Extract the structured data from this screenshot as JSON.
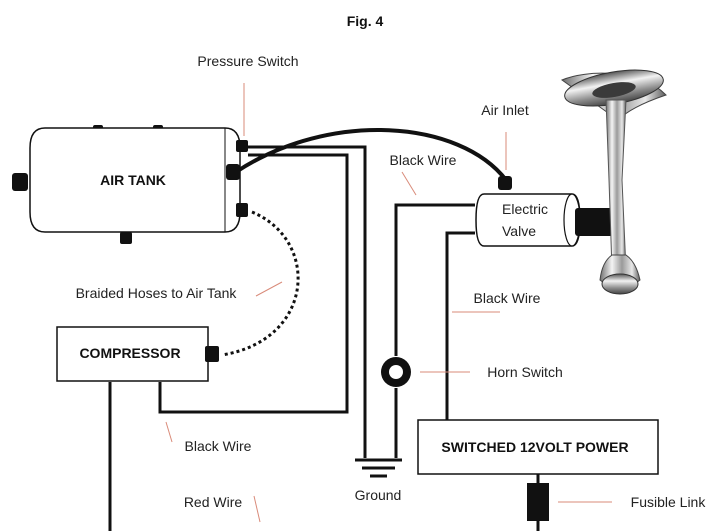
{
  "figure": {
    "title": "Fig. 4"
  },
  "components": {
    "air_tank": "AIR TANK",
    "compressor": "COMPRESSOR",
    "electric_valve_line1": "Electric",
    "electric_valve_line2": "Valve",
    "power": "SWITCHED 12VOLT POWER"
  },
  "labels": {
    "pressure_switch": "Pressure Switch",
    "air_inlet": "Air Inlet",
    "black_wire_top": "Black Wire",
    "braided_hoses": "Braided Hoses to Air Tank",
    "black_wire_right": "Black Wire",
    "horn_switch": "Horn Switch",
    "black_wire_bottom": "Black Wire",
    "ground": "Ground",
    "red_wire": "Red Wire",
    "fusible_link": "Fusible Link"
  },
  "icons": [
    "horn-icon",
    "ground-symbol-icon",
    "horn-switch-icon",
    "fuse-icon"
  ],
  "colors": {
    "ink": "#111111",
    "leader": "#d98b7a",
    "chrome": "#b9b9b9"
  }
}
